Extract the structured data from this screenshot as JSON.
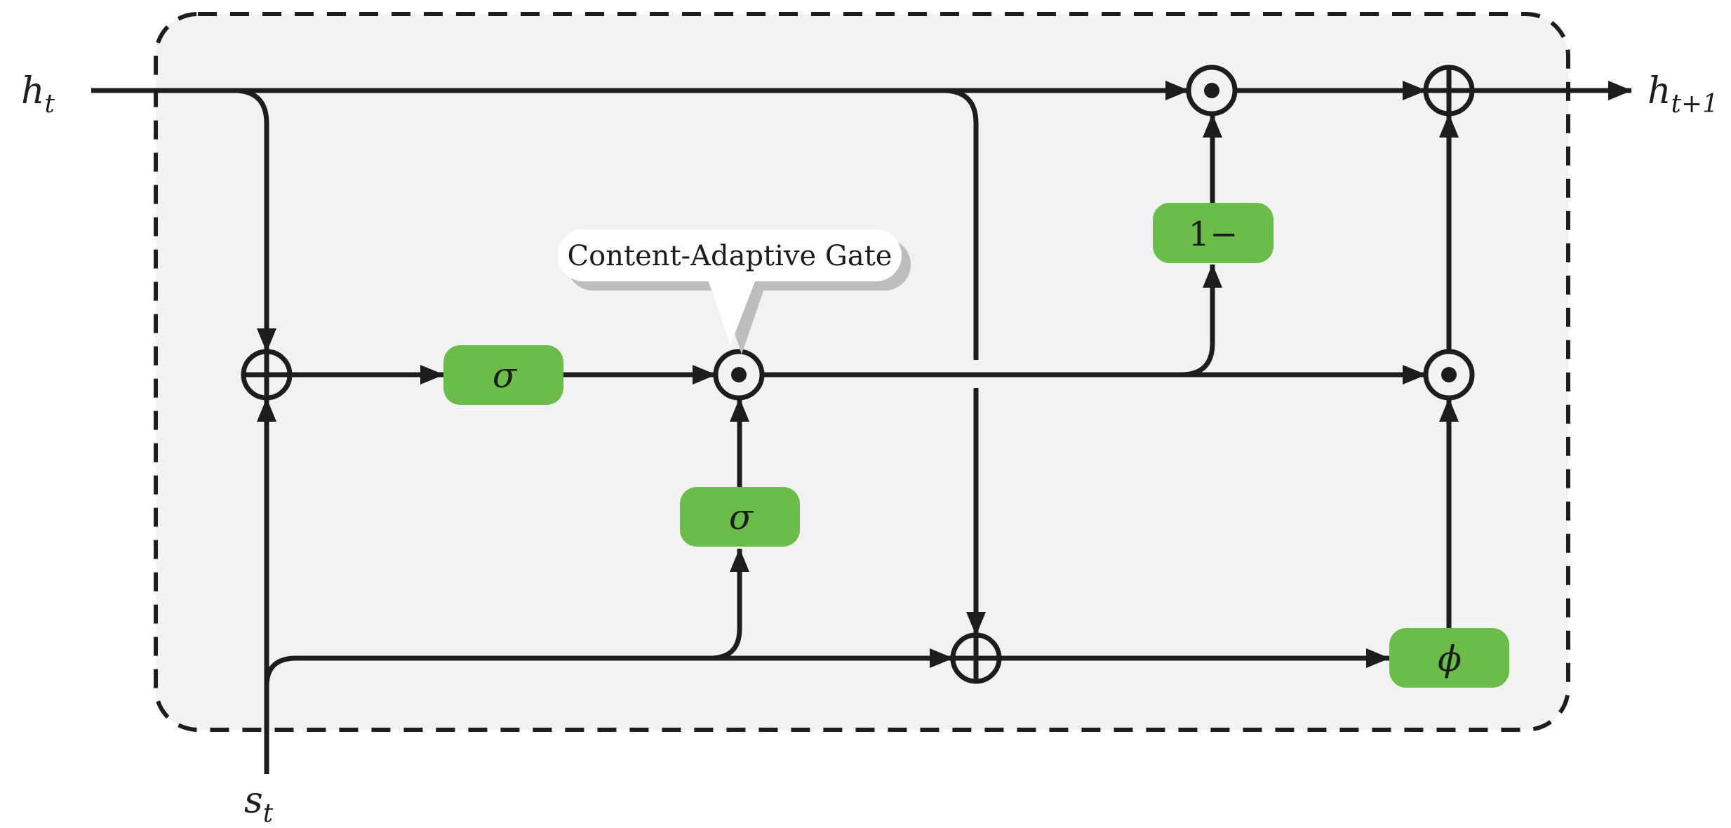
{
  "diagram": {
    "kind": "recurrent-cell-diagram",
    "callout": {
      "text": "Content-Adaptive Gate"
    },
    "labels": {
      "input_hidden": {
        "base": "h",
        "sub": "t"
      },
      "output_hidden": {
        "base": "h",
        "sub": "t+1"
      },
      "input_state": {
        "base": "s",
        "sub": "t"
      }
    },
    "boxes": {
      "sigma_main": "σ",
      "sigma_lower": "σ",
      "one_minus": "1−",
      "phi": "ϕ"
    },
    "operators": {
      "odot_gate": "⊙",
      "odot_top": "⊙",
      "odot_right": "⊙",
      "oplus_left": "⊕",
      "oplus_top": "⊕",
      "oplus_bottom": "⊕"
    },
    "colors": {
      "box_green": "#6abd4a",
      "cell_bg": "#f2f2f2",
      "line": "#1d1d1d",
      "callout_fill": "#ffffff",
      "callout_shadow": "#bdbdbd"
    }
  }
}
